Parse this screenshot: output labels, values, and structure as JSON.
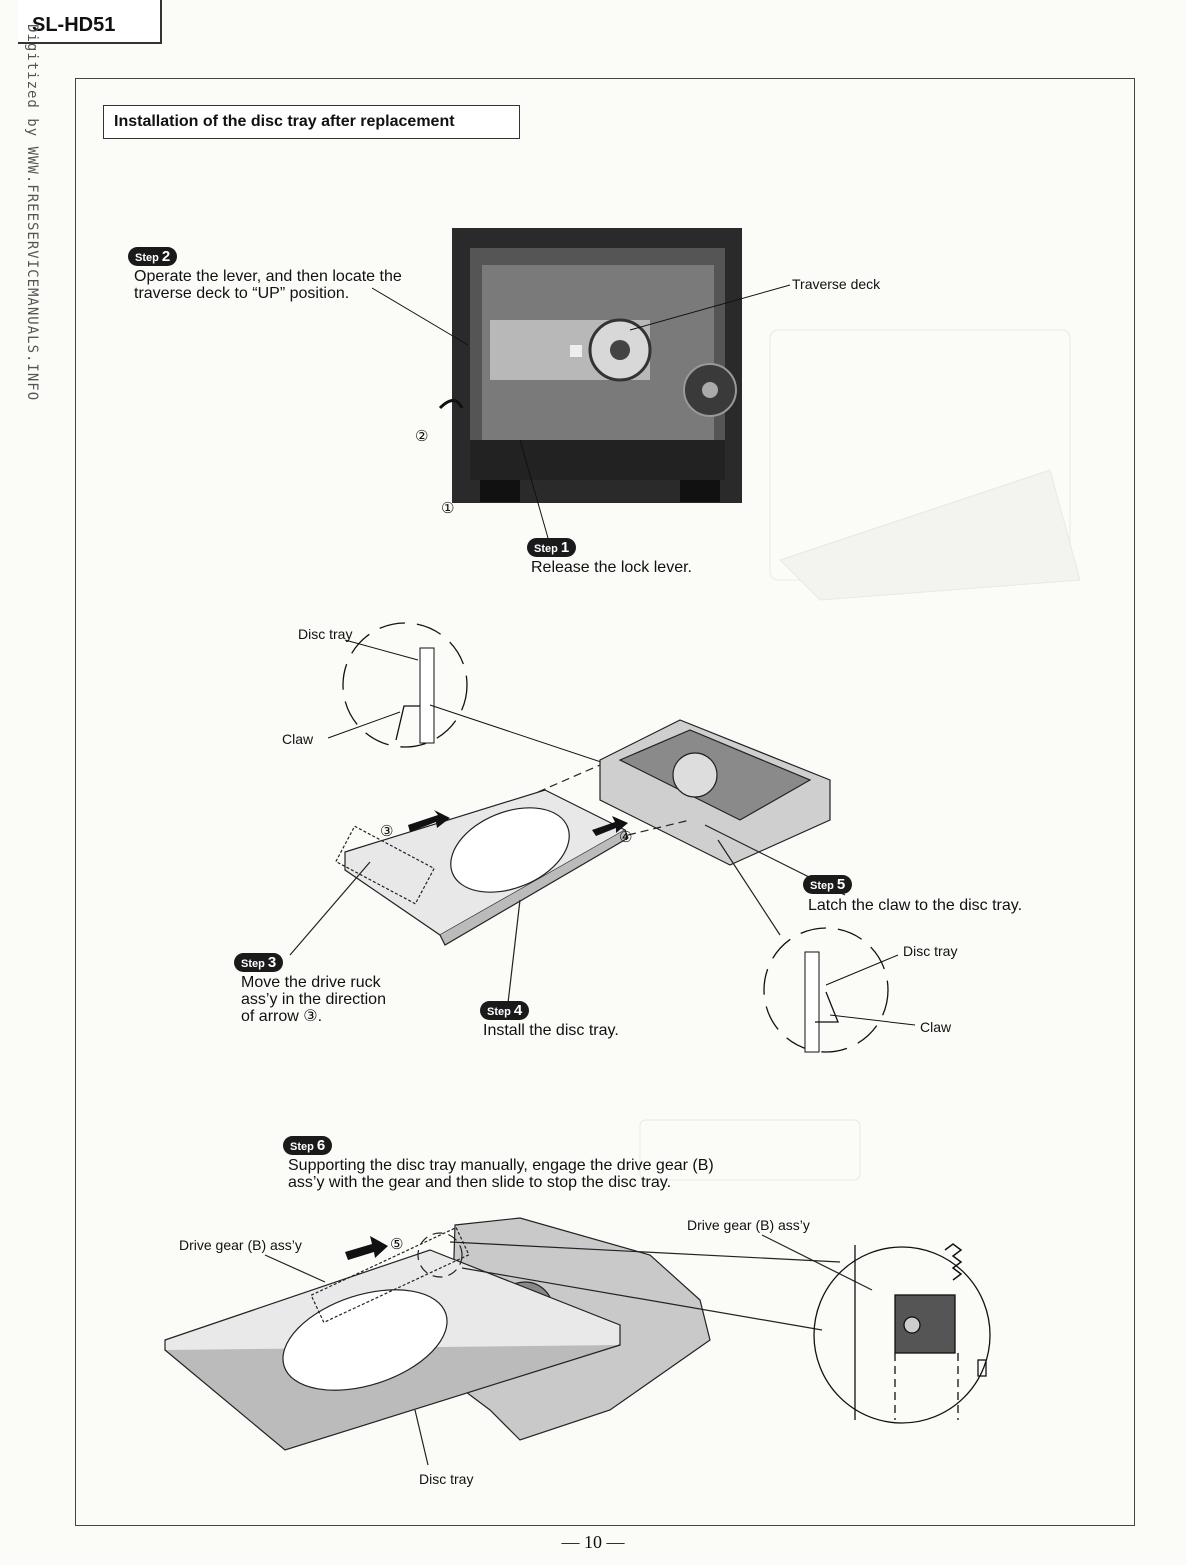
{
  "header": {
    "model": "SL-HD51"
  },
  "watermark": "Digitized by WWW.FREESERVICEMANUALS.INFO",
  "section": {
    "title": "Installation of the disc tray after replacement"
  },
  "steps": [
    {
      "badge": "Step",
      "number": "2",
      "text_lines": [
        "Operate the lever, and then locate the",
        "traverse deck to “UP” position."
      ]
    },
    {
      "badge": "Step",
      "number": "1",
      "text_lines": [
        "Release the lock lever."
      ]
    },
    {
      "badge": "Step",
      "number": "5",
      "text_lines": [
        "Latch the claw to the disc tray."
      ]
    },
    {
      "badge": "Step",
      "number": "3",
      "text_lines": [
        "Move the drive ruck",
        "ass’y in the direction",
        "of arrow ③."
      ]
    },
    {
      "badge": "Step",
      "number": "4",
      "text_lines": [
        "Install the disc tray."
      ]
    },
    {
      "badge": "Step",
      "number": "6",
      "text_lines": [
        "Supporting the disc tray manually, engage the drive gear (B)",
        "ass’y with the gear and then slide to stop the disc tray."
      ]
    }
  ],
  "labels": {
    "traverse_deck": "Traverse deck",
    "disc_tray": "Disc tray",
    "claw": "Claw",
    "drive_gear": "Drive gear (B) ass’y"
  },
  "markers": {
    "m1": "①",
    "m2": "②",
    "m3": "③",
    "m4": "④",
    "m5": "⑤"
  },
  "page_number": "— 10 —"
}
